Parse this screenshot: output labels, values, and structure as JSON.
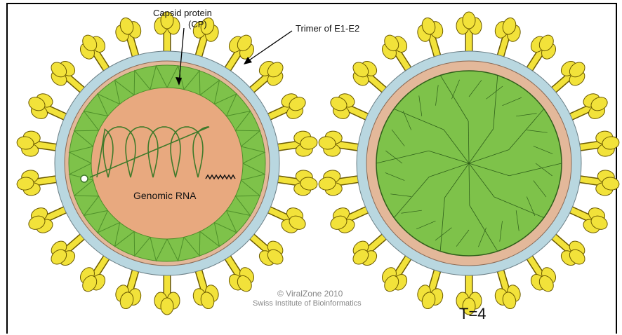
{
  "labels": {
    "capsid_protein": "Capsid protein",
    "cp": "(CP)",
    "trimer": "Trimer of E1-E2",
    "genomic_rna": "Genomic RNA",
    "copyright": "© ViralZone 2010",
    "institute": "Swiss Institute of Bioinformatics",
    "triangulation": "T=4"
  },
  "colors": {
    "spike": "#f2e23a",
    "spike_stroke": "#6b5a00",
    "envelope": "#b9d7e0",
    "membrane_inner": "#e3b89a",
    "capsid": "#7ec24a",
    "capsid_dark": "#4e8f2a",
    "core": "#e8a97f",
    "rna": "#3f7a2a"
  }
}
